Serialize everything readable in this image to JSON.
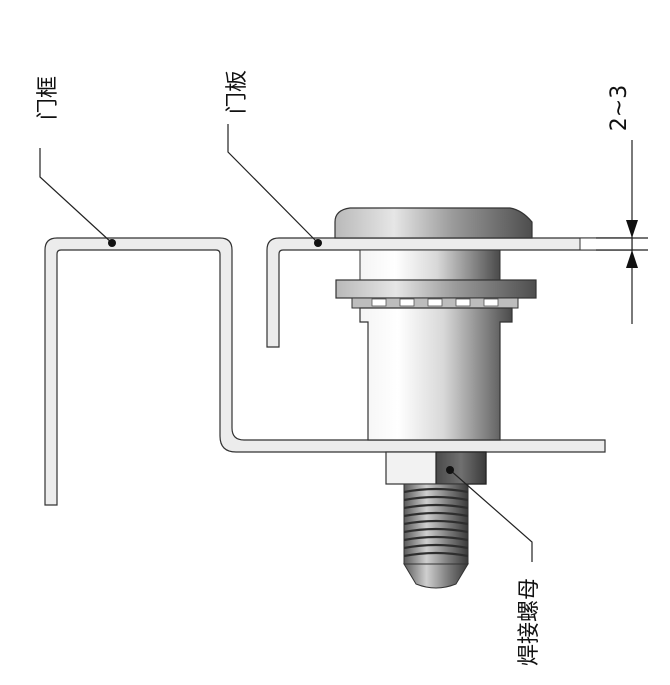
{
  "labels": {
    "door_frame": "门框",
    "door_panel": "门板",
    "weld_nut": "焊接螺母",
    "gap_dimension": "2~3"
  }
}
